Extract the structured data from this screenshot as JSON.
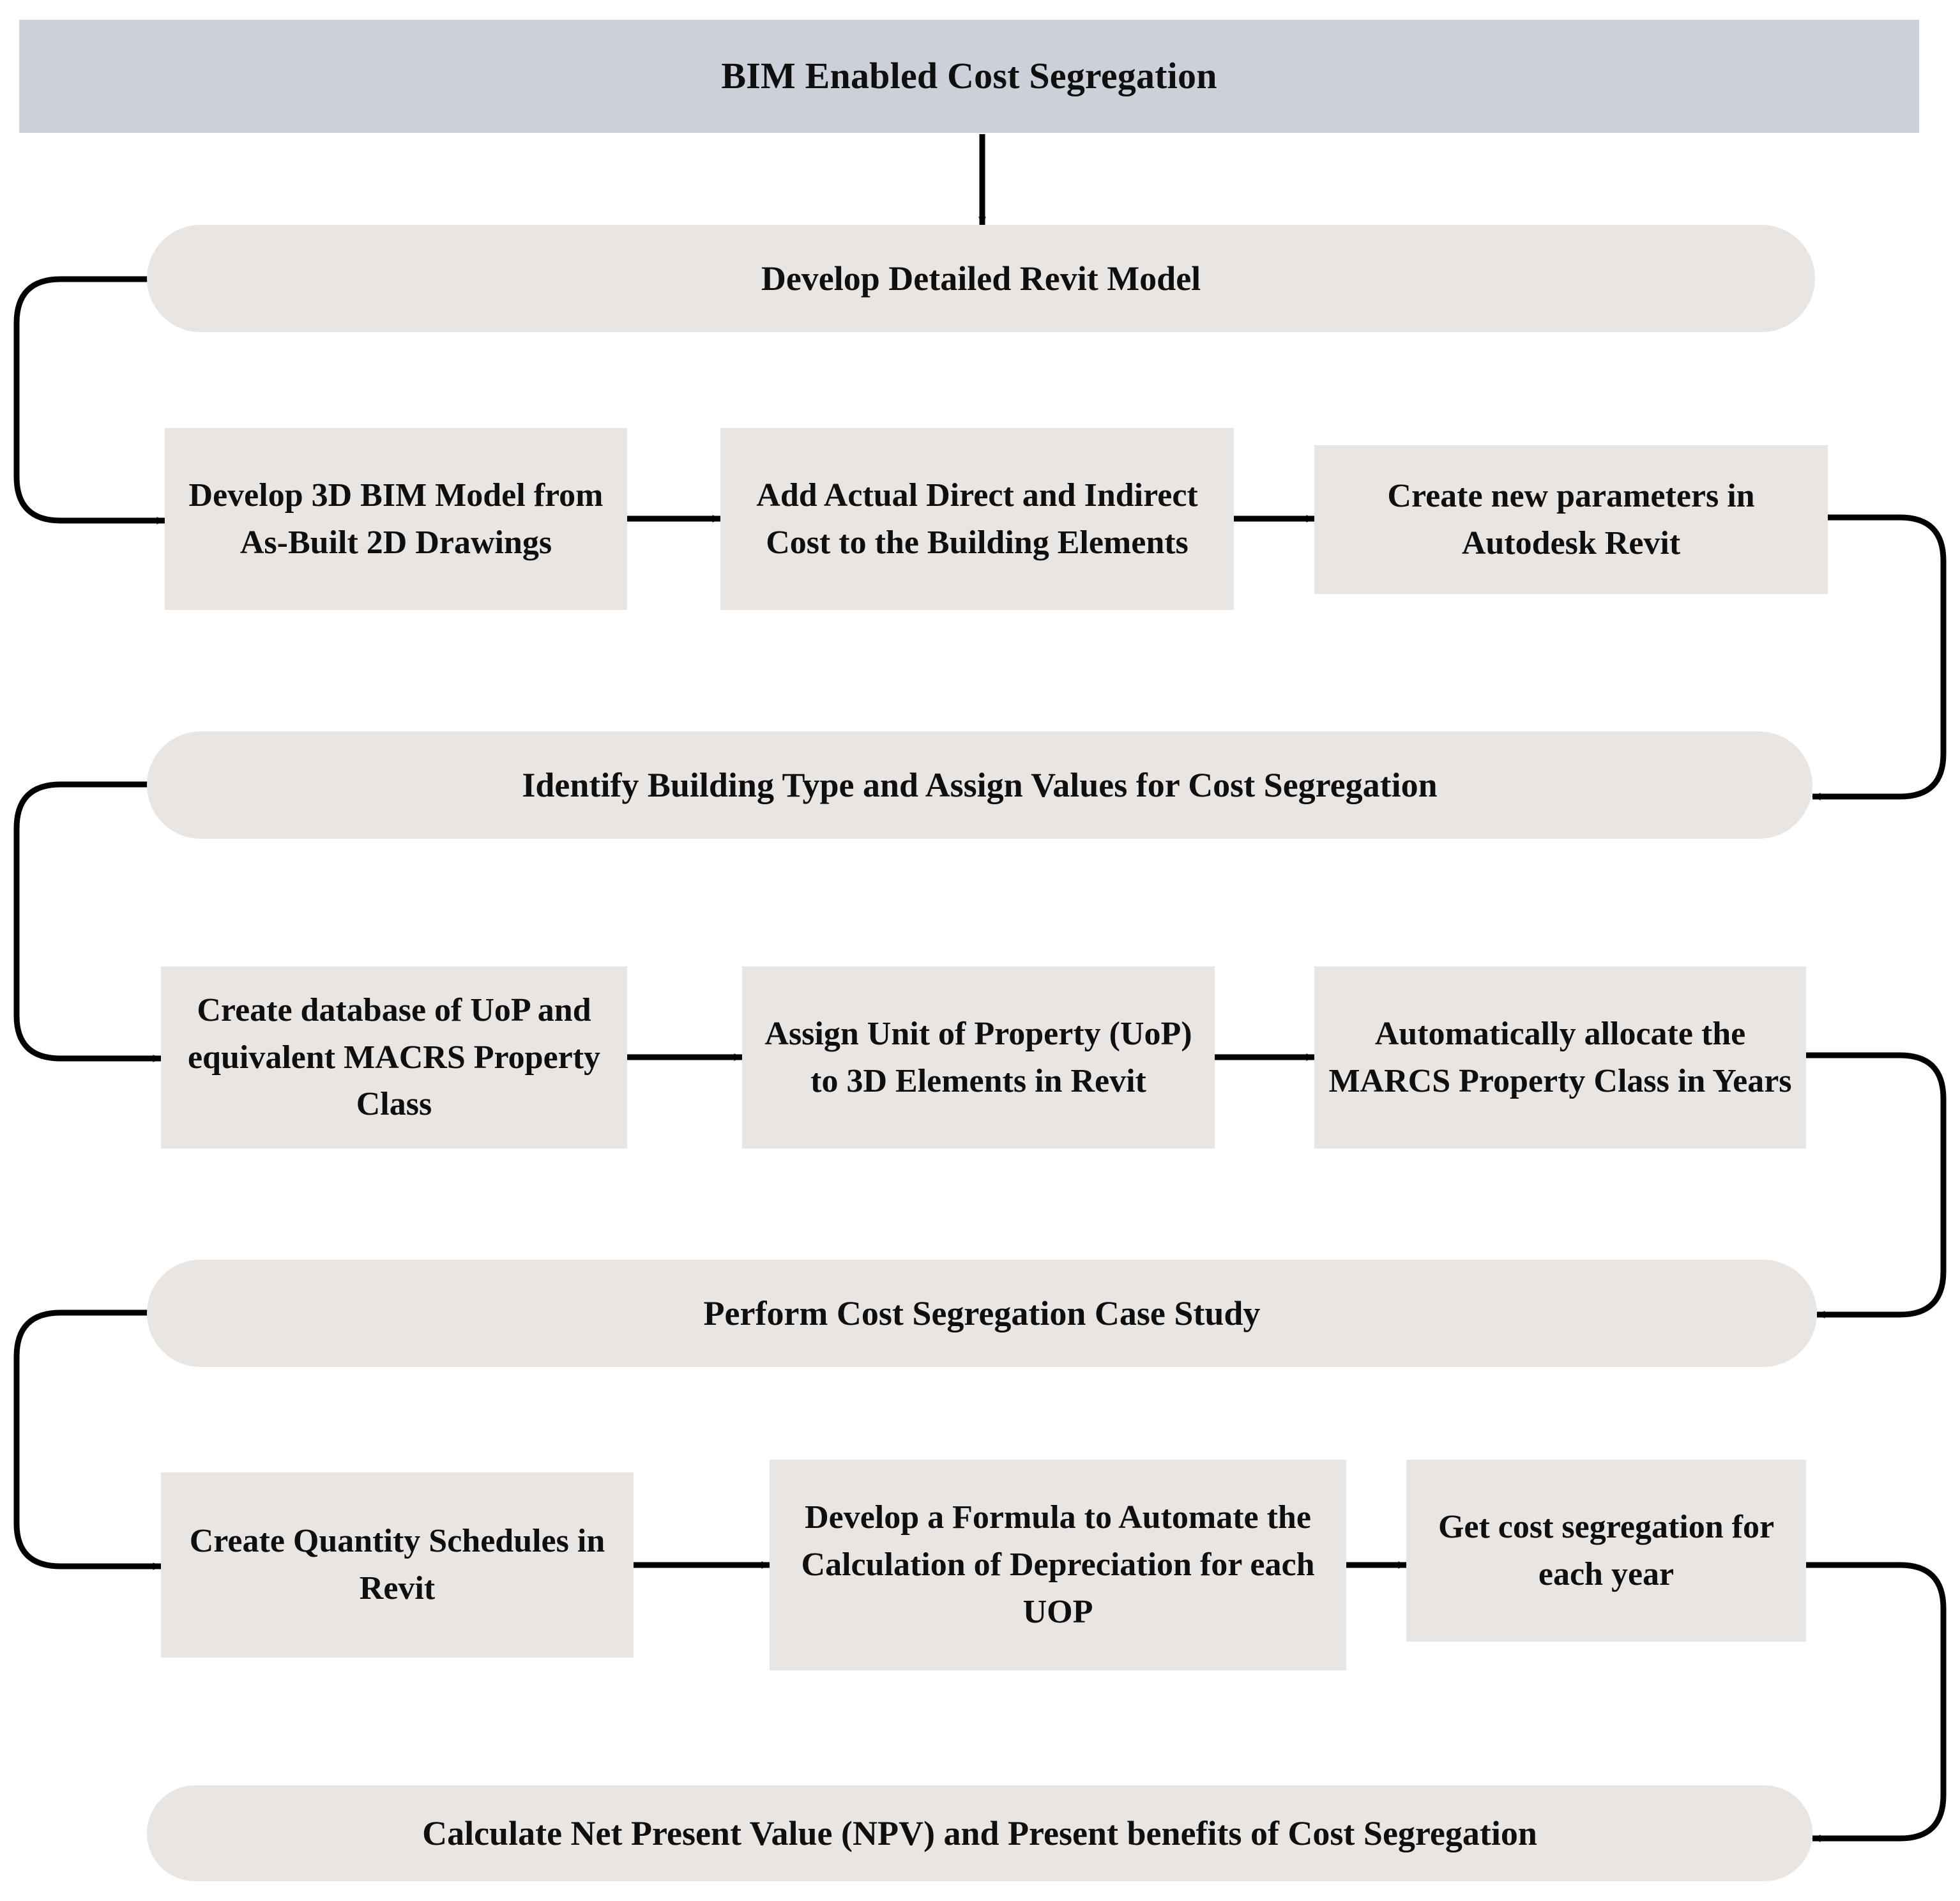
{
  "diagram": {
    "title": "BIM Enabled Cost Segregation",
    "type": "flowchart",
    "palette": {
      "header_fill": "#ccd1d9",
      "node_fill": "#e9e5e3",
      "connector": "#000000",
      "text": "#100f0f",
      "background": "#ffffff"
    },
    "header": {
      "label": "BIM Enabled Cost Segregation"
    },
    "stages": [
      {
        "id": "stage-1",
        "label": "Develop Detailed Revit Model",
        "steps": [
          {
            "id": "s1-step-1",
            "label": "Develop 3D BIM Model from As-Built 2D Drawings"
          },
          {
            "id": "s1-step-2",
            "label": "Add Actual Direct and Indirect Cost to the Building Elements"
          },
          {
            "id": "s1-step-3",
            "label": "Create new parameters in Autodesk Revit"
          }
        ]
      },
      {
        "id": "stage-2",
        "label": "Identify Building Type and Assign Values for Cost Segregation",
        "steps": [
          {
            "id": "s2-step-1",
            "label": "Create database of UoP and equivalent MACRS Property Class"
          },
          {
            "id": "s2-step-2",
            "label": "Assign Unit of Property (UoP) to 3D Elements in Revit"
          },
          {
            "id": "s2-step-3",
            "label": "Automatically allocate the MARCS Property Class in Years"
          }
        ]
      },
      {
        "id": "stage-3",
        "label": "Perform Cost Segregation Case Study",
        "steps": [
          {
            "id": "s3-step-1",
            "label": "Create Quantity Schedules in Revit"
          },
          {
            "id": "s3-step-2",
            "label": "Develop a Formula to Automate the Calculation of Depreciation for each UOP"
          },
          {
            "id": "s3-step-3",
            "label": "Get cost segregation for each year"
          }
        ]
      },
      {
        "id": "stage-4",
        "label": "Calculate Net Present Value (NPV) and Present benefits of Cost Segregation",
        "steps": []
      }
    ],
    "connectors": [
      {
        "from": "header",
        "to": "stage-1",
        "kind": "down-arrow"
      },
      {
        "from": "stage-1",
        "to": "s1-step-1",
        "kind": "left-loop"
      },
      {
        "from": "s1-step-1",
        "to": "s1-step-2",
        "kind": "right-arrow"
      },
      {
        "from": "s1-step-2",
        "to": "s1-step-3",
        "kind": "right-arrow"
      },
      {
        "from": "s1-step-3",
        "to": "stage-2",
        "kind": "right-loop"
      },
      {
        "from": "stage-2",
        "to": "s2-step-1",
        "kind": "left-loop"
      },
      {
        "from": "s2-step-1",
        "to": "s2-step-2",
        "kind": "right-arrow"
      },
      {
        "from": "s2-step-2",
        "to": "s2-step-3",
        "kind": "right-arrow"
      },
      {
        "from": "s2-step-3",
        "to": "stage-3",
        "kind": "right-loop"
      },
      {
        "from": "stage-3",
        "to": "s3-step-1",
        "kind": "left-loop"
      },
      {
        "from": "s3-step-1",
        "to": "s3-step-2",
        "kind": "right-arrow"
      },
      {
        "from": "s3-step-2",
        "to": "s3-step-3",
        "kind": "right-arrow"
      },
      {
        "from": "s3-step-3",
        "to": "stage-4",
        "kind": "right-loop"
      }
    ]
  }
}
